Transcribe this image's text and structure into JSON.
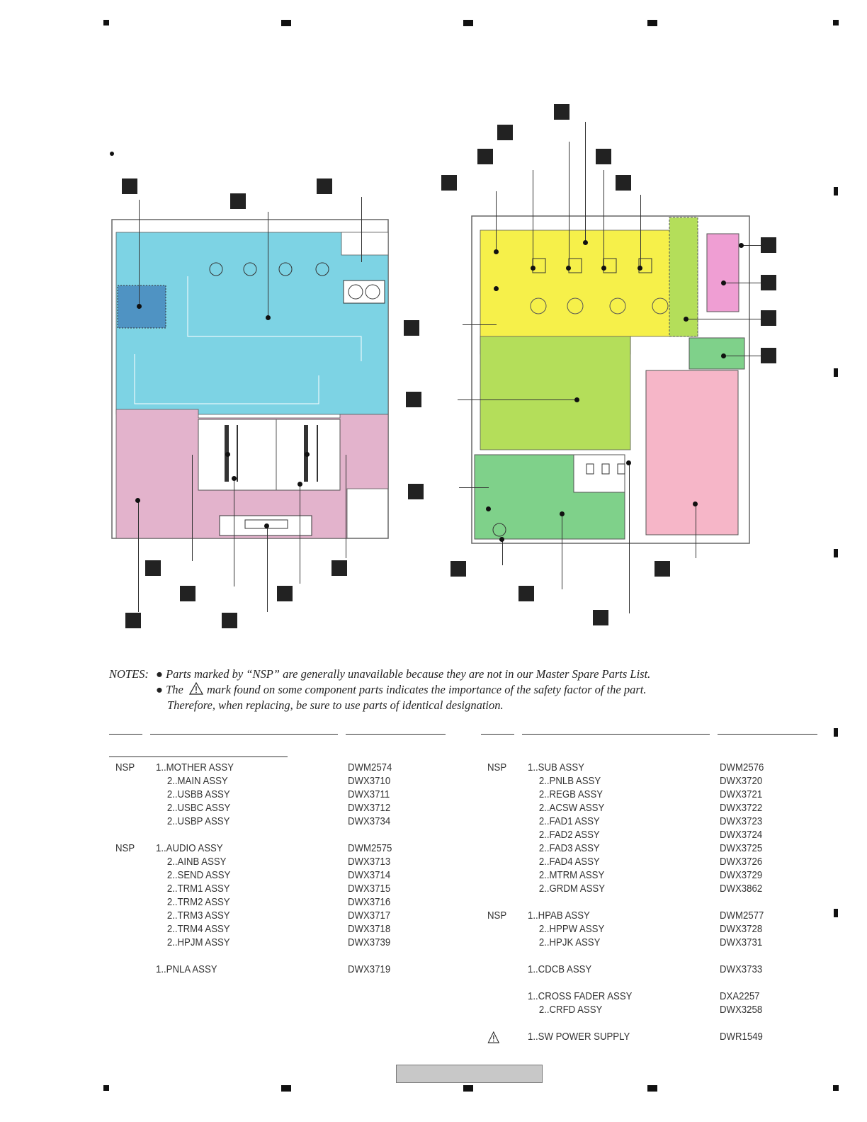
{
  "notes": {
    "label": "NOTES:",
    "line1": "● Parts marked by “NSP” are generally unavailable because they are not in our Master Spare Parts List.",
    "line2_pre": "● The",
    "line2_post": "mark found on some component parts indicates the importance of the safety factor of the part.",
    "line3": "Therefore, when replacing, be sure to use parts of identical designation.",
    "warning_icon": "caution-triangle-icon"
  },
  "parts_left": [
    {
      "mark": "NSP",
      "name": "1..MOTHER ASSY",
      "part": "DWM2574",
      "indent": 1
    },
    {
      "mark": "",
      "name": "2..MAIN ASSY",
      "part": "DWX3710",
      "indent": 2
    },
    {
      "mark": "",
      "name": "2..USBB ASSY",
      "part": "DWX3711",
      "indent": 2
    },
    {
      "mark": "",
      "name": "2..USBC ASSY",
      "part": "DWX3712",
      "indent": 2
    },
    {
      "mark": "",
      "name": "2..USBP ASSY",
      "part": "DWX3734",
      "indent": 2
    },
    {
      "gap": true
    },
    {
      "mark": "NSP",
      "name": "1..AUDIO ASSY",
      "part": "DWM2575",
      "indent": 1
    },
    {
      "mark": "",
      "name": "2..AINB ASSY",
      "part": "DWX3713",
      "indent": 2
    },
    {
      "mark": "",
      "name": "2..SEND ASSY",
      "part": "DWX3714",
      "indent": 2
    },
    {
      "mark": "",
      "name": "2..TRM1 ASSY",
      "part": "DWX3715",
      "indent": 2
    },
    {
      "mark": "",
      "name": "2..TRM2 ASSY",
      "part": "DWX3716",
      "indent": 2
    },
    {
      "mark": "",
      "name": "2..TRM3 ASSY",
      "part": "DWX3717",
      "indent": 2
    },
    {
      "mark": "",
      "name": "2..TRM4 ASSY",
      "part": "DWX3718",
      "indent": 2
    },
    {
      "mark": "",
      "name": "2..HPJM ASSY",
      "part": "DWX3739",
      "indent": 2
    },
    {
      "gap": true
    },
    {
      "mark": "",
      "name": "1..PNLA ASSY",
      "part": "DWX3719",
      "indent": 1
    }
  ],
  "parts_right": [
    {
      "mark": "NSP",
      "name": "1..SUB ASSY",
      "part": "DWM2576",
      "indent": 1
    },
    {
      "mark": "",
      "name": "2..PNLB ASSY",
      "part": "DWX3720",
      "indent": 2
    },
    {
      "mark": "",
      "name": "2..REGB ASSY",
      "part": "DWX3721",
      "indent": 2
    },
    {
      "mark": "",
      "name": "2..ACSW ASSY",
      "part": "DWX3722",
      "indent": 2
    },
    {
      "mark": "",
      "name": "2..FAD1 ASSY",
      "part": "DWX3723",
      "indent": 2
    },
    {
      "mark": "",
      "name": "2..FAD2 ASSY",
      "part": "DWX3724",
      "indent": 2
    },
    {
      "mark": "",
      "name": "2..FAD3 ASSY",
      "part": "DWX3725",
      "indent": 2
    },
    {
      "mark": "",
      "name": "2..FAD4 ASSY",
      "part": "DWX3726",
      "indent": 2
    },
    {
      "mark": "",
      "name": "2..MTRM ASSY",
      "part": "DWX3729",
      "indent": 2
    },
    {
      "mark": "",
      "name": "2..GRDM ASSY",
      "part": "DWX3862",
      "indent": 2
    },
    {
      "gap": true
    },
    {
      "mark": "NSP",
      "name": "1..HPAB ASSY",
      "part": "DWM2577",
      "indent": 1
    },
    {
      "mark": "",
      "name": "2..HPPW ASSY",
      "part": "DWX3728",
      "indent": 2
    },
    {
      "mark": "",
      "name": "2..HPJK ASSY",
      "part": "DWX3731",
      "indent": 2
    },
    {
      "gap": true
    },
    {
      "mark": "",
      "name": "1..CDCB ASSY",
      "part": "DWX3733",
      "indent": 1
    },
    {
      "gap": true
    },
    {
      "mark": "",
      "name": "1..CROSS FADER ASSY",
      "part": "DXA2257",
      "indent": 1
    },
    {
      "mark": "",
      "name": "2..CRFD ASSY",
      "part": "DWX3258",
      "indent": 2
    },
    {
      "gap": true
    },
    {
      "mark": "WARN",
      "name": "1..SW POWER SUPPLY",
      "part": "DWR1549",
      "indent": 1
    }
  ],
  "colors": {
    "mother_blue": "#7dd3e4",
    "audio_pink": "#e3b3cc",
    "usb_blue": "#4f93c3",
    "sub_yellow": "#f6f04a",
    "ground_lime": "#b4de5a",
    "hpab_green": "#7fd18a",
    "power_pink": "#f6b6c8",
    "cdcb_magenta": "#ef9ed3"
  }
}
